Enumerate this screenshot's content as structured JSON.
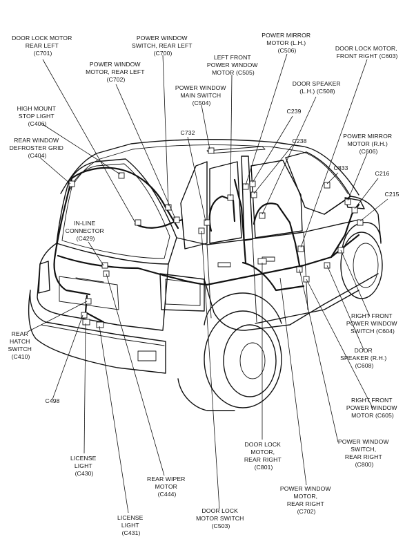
{
  "labels": {
    "c701": [
      "DOOR LOCK MOTOR",
      "REAR LEFT",
      "(C701)"
    ],
    "c700": [
      "POWER WINDOW",
      "SWITCH, REAR LEFT",
      "(C700)"
    ],
    "c506": [
      "POWER MIRROR",
      "MOTOR (L.H.)",
      "(C506)"
    ],
    "c603": [
      "DOOR LOCK MOTOR,",
      "FRONT RIGHT (C603)"
    ],
    "c702_left": [
      "POWER WINDOW",
      "MOTOR, REAR LEFT",
      "(C702)"
    ],
    "c505": [
      "LEFT FRONT",
      "POWER WINDOW",
      "MOTOR (C505)"
    ],
    "c504": [
      "POWER WINDOW",
      "MAIN SWITCH",
      "(C504)"
    ],
    "c508": [
      "DOOR SPEAKER",
      "(L.H.) (C508)"
    ],
    "c406": [
      "HIGH MOUNT",
      "STOP LIGHT",
      "(C406)"
    ],
    "c239": [
      "C239"
    ],
    "c732": [
      "C732"
    ],
    "c238": [
      "C238"
    ],
    "c606": [
      "POWER MIRROR",
      "MOTOR (R.H.)",
      "(C606)"
    ],
    "c404": [
      "REAR WINDOW",
      "DEFROSTER GRID",
      "(C404)"
    ],
    "c833": [
      "C833"
    ],
    "c216": [
      "C216"
    ],
    "c215": [
      "C215"
    ],
    "c429": [
      "IN-LINE",
      "CONNECTOR",
      "(C429)"
    ],
    "c604": [
      "RIGHT FRONT",
      "POWER WINDOW",
      "SWITCH (C604)"
    ],
    "c410": [
      "REAR",
      "HATCH",
      "SWITCH",
      "(C410)"
    ],
    "c608": [
      "DOOR",
      "SPEAKER (R.H.)",
      "(C608)"
    ],
    "c498": [
      "C498"
    ],
    "c605": [
      "RIGHT FRONT",
      "POWER WINDOW",
      "MOTOR (C605)"
    ],
    "c800": [
      "POWER WINDOW",
      "SWITCH,",
      "REAR RIGHT",
      "(C800)"
    ],
    "c801": [
      "DOOR LOCK",
      "MOTOR,",
      "REAR RIGHT",
      "(C801)"
    ],
    "c430": [
      "LICENSE",
      "LIGHT",
      "(C430)"
    ],
    "c444": [
      "REAR WIPER",
      "MOTOR",
      "(C444)"
    ],
    "c702_right": [
      "POWER WINDOW",
      "MOTOR,",
      "REAR RIGHT",
      "(C702)"
    ],
    "c431": [
      "LICENSE",
      "LIGHT",
      "(C431)"
    ],
    "c503": [
      "DOOR LOCK",
      "MOTOR SWITCH",
      "(C503)"
    ]
  }
}
